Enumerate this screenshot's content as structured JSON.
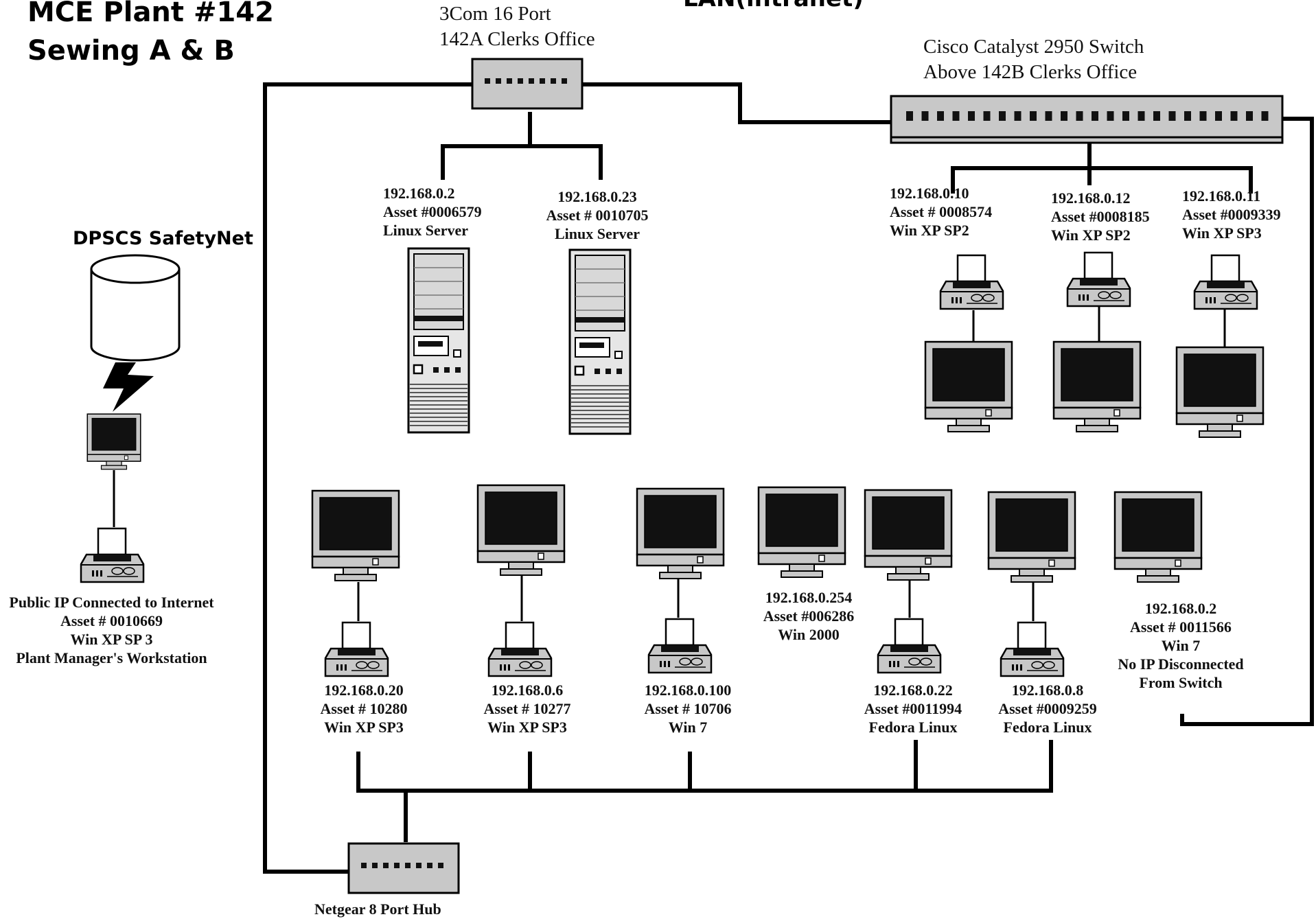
{
  "title": {
    "line1": "MCE Plant #142",
    "line2": "Sewing A & B"
  },
  "top_cutoff": "LAN(intranet)",
  "safetynet": {
    "label": "DPSCS SafetyNet"
  },
  "switch_3com": {
    "line1": "3Com 16 Port",
    "line2": "142A Clerks Office"
  },
  "switch_cisco": {
    "line1": "Cisco Catalyst 2950 Switch",
    "line2": "Above 142B Clerks Office"
  },
  "hub": {
    "label": "Netgear 8 Port Hub"
  },
  "servers": [
    {
      "ip": "192.168.0.2",
      "asset": "Asset  #0006579",
      "os": "Linux Server"
    },
    {
      "ip": "192.168.0.23",
      "asset": "Asset # 0010705",
      "os": "Linux Server"
    }
  ],
  "cisco_workstations": [
    {
      "ip": "192.168.0.10",
      "asset": "Asset # 0008574",
      "os": "Win XP SP2"
    },
    {
      "ip": "192.168.0.12",
      "asset": "Asset #0008185",
      "os": "Win XP SP2"
    },
    {
      "ip": "192.168.0.11",
      "asset": "Asset #0009339",
      "os": "Win XP SP3"
    }
  ],
  "manager_workstation": {
    "line1": "Public IP Connected to Internet",
    "line2": "Asset # 0010669",
    "line3": "Win XP SP 3",
    "line4": "Plant Manager's Workstation"
  },
  "hub_workstations": [
    {
      "ip": "192.168.0.20",
      "asset": "Asset # 10280",
      "os": "Win XP SP3"
    },
    {
      "ip": "192.168.0.6",
      "asset": "Asset # 10277",
      "os": "Win XP SP3"
    },
    {
      "ip": "192.168.0.100",
      "asset": "Asset # 10706",
      "os": "Win 7"
    },
    {
      "ip": "192.168.0.22",
      "asset": "Asset #0011994",
      "os": "Fedora Linux"
    },
    {
      "ip": "192.168.0.8",
      "asset": "Asset #0009259",
      "os": "Fedora Linux"
    }
  ],
  "standalone_win2000": {
    "ip": "192.168.0.254",
    "asset": "Asset #006286",
    "os": "Win 2000"
  },
  "disconnected": {
    "ip": "192.168.0.2",
    "asset": "Asset # 0011566",
    "os": "Win 7",
    "note1": "No IP Disconnected",
    "note2": "From Switch"
  },
  "icons": {
    "database": "database-cylinder-icon",
    "lightning": "lightning-bolt-icon",
    "monitor": "crt-monitor-icon",
    "printer": "printer-icon",
    "server": "tower-server-icon",
    "switch": "network-switch-icon"
  },
  "colors": {
    "device_gray": "#c8c8c8",
    "screen": "#111111",
    "wire": "#000000"
  }
}
